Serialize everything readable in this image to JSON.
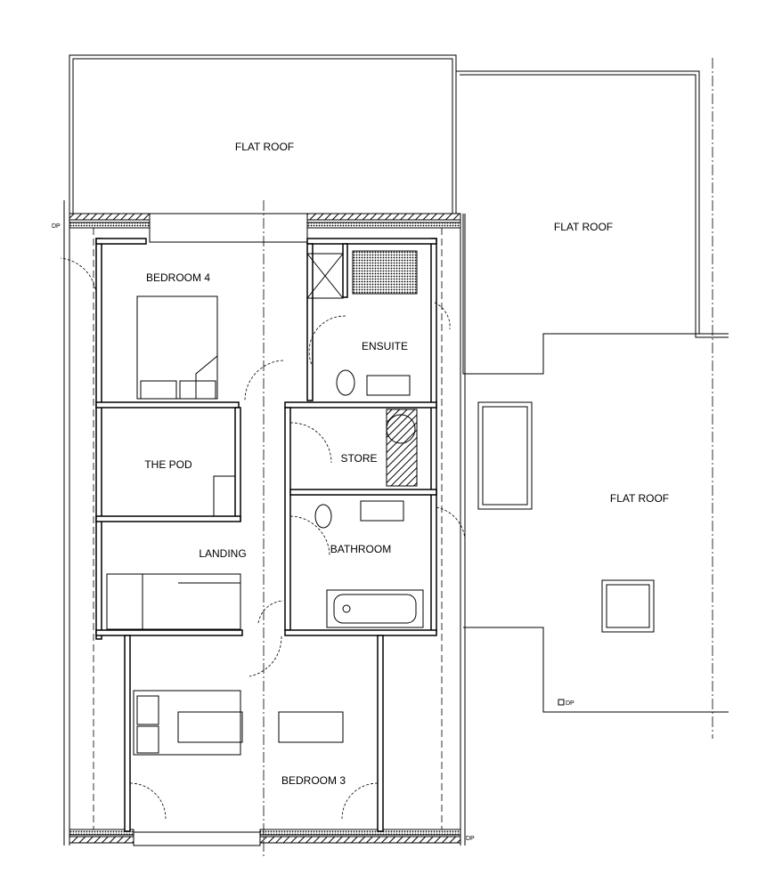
{
  "roofs": [
    {
      "label": "FLAT ROOF"
    },
    {
      "label": "FLAT ROOF"
    },
    {
      "label": "FLAT ROOF"
    }
  ],
  "rooms": {
    "bedroom4": "BEDROOM 4",
    "ensuite": "ENSUITE",
    "pod": "THE POD",
    "store": "STORE",
    "landing": "LANDING",
    "bathroom": "BATHROOM",
    "bedroom3": "BEDROOM 3"
  },
  "downpipes": [
    {
      "label": "DP"
    },
    {
      "label": "DP"
    },
    {
      "label": "DP"
    }
  ]
}
